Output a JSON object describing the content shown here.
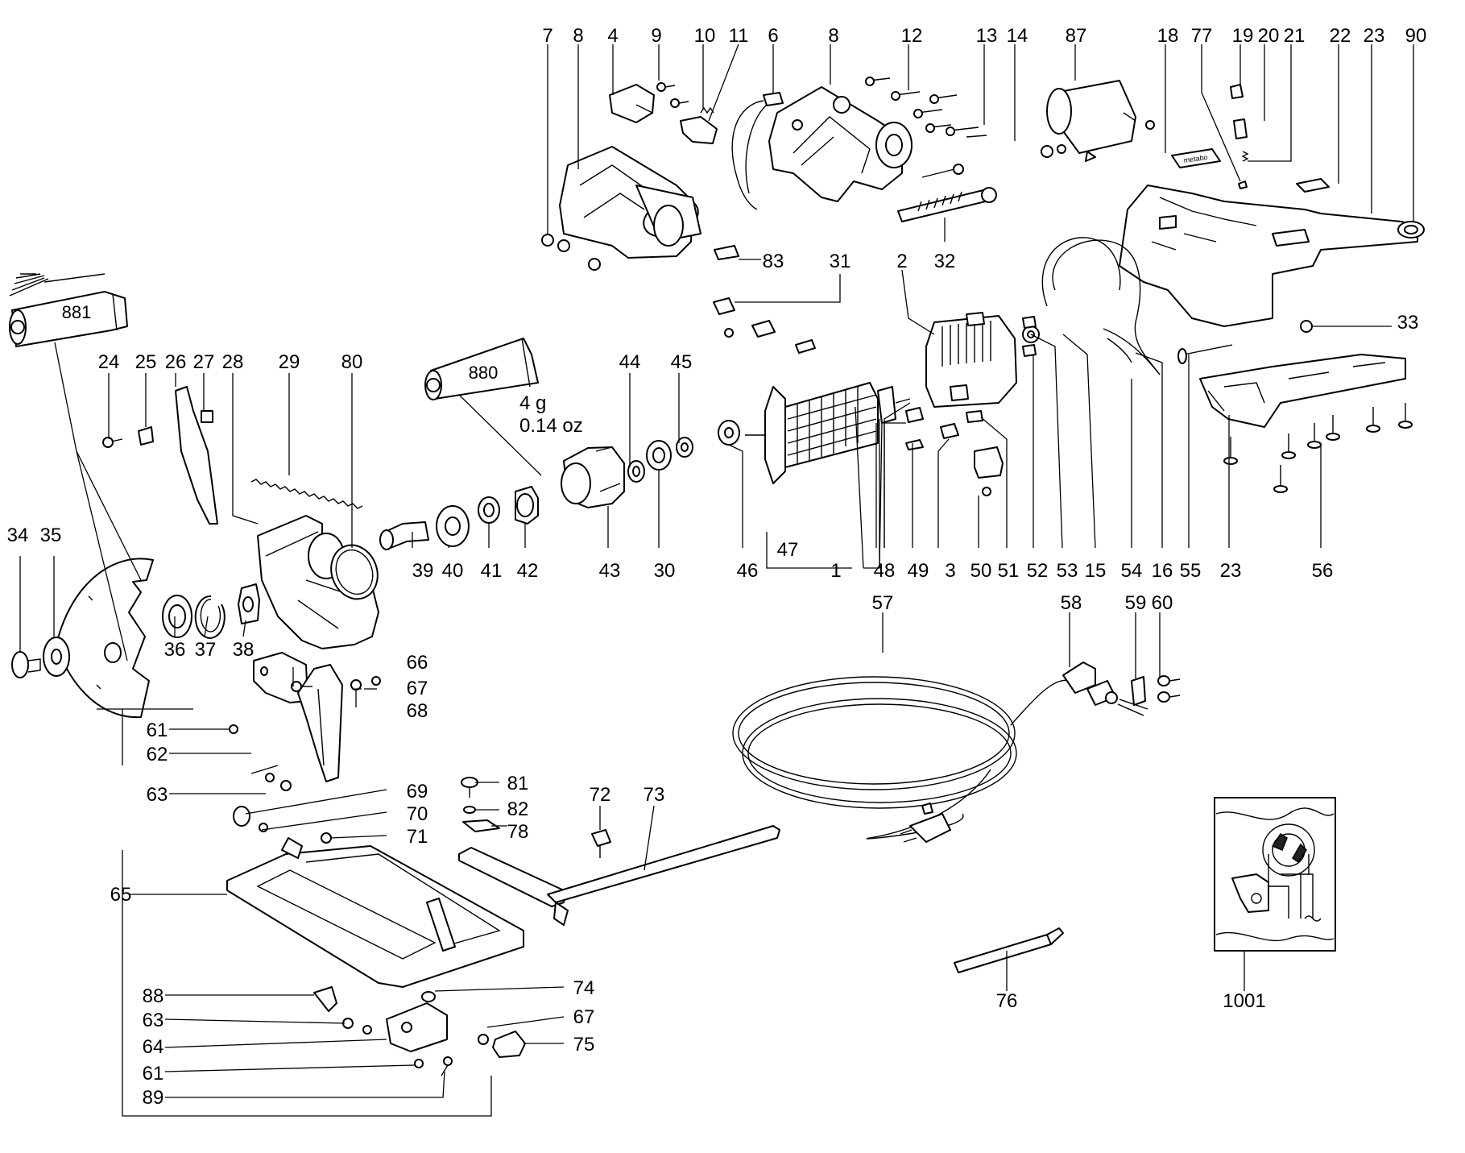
{
  "labels": {
    "7": "7",
    "8": "8",
    "4": "4",
    "9": "9",
    "10": "10",
    "11": "11",
    "6": "6",
    "12": "12",
    "13": "13",
    "14": "14",
    "87": "87",
    "18": "18",
    "77": "77",
    "19": "19",
    "20": "20",
    "21": "21",
    "22": "22",
    "23": "23",
    "90": "90",
    "83": "83",
    "31": "31",
    "2": "2",
    "32": "32",
    "33": "33",
    "24": "24",
    "25": "25",
    "26": "26",
    "27": "27",
    "28": "28",
    "29": "29",
    "80": "80",
    "44": "44",
    "45": "45",
    "34": "34",
    "35": "35",
    "36": "36",
    "37": "37",
    "38": "38",
    "39": "39",
    "40": "40",
    "41": "41",
    "42": "42",
    "43": "43",
    "30": "30",
    "46": "46",
    "47": "47",
    "1": "1",
    "48": "48",
    "49": "49",
    "3": "3",
    "50": "50",
    "51": "51",
    "52": "52",
    "53": "53",
    "15": "15",
    "54": "54",
    "16": "16",
    "55": "55",
    "56": "56",
    "57": "57",
    "58": "58",
    "59": "59",
    "60": "60",
    "66": "66",
    "67": "67",
    "68": "68",
    "61": "61",
    "62": "62",
    "63": "63",
    "69": "69",
    "70": "70",
    "71": "71",
    "81": "81",
    "82": "82",
    "78": "78",
    "72": "72",
    "73": "73",
    "65": "65",
    "88": "88",
    "74": "74",
    "64": "64",
    "75": "75",
    "89": "89",
    "76": "76",
    "1001": "1001"
  },
  "tubes": {
    "t881": "881",
    "t880": "880"
  },
  "grease_note": {
    "line1": "4 g",
    "line2": "0.14 oz"
  },
  "brand_plate": "metabo"
}
